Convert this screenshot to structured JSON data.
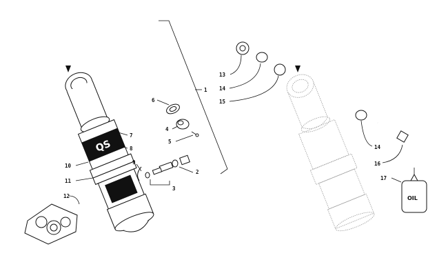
{
  "diagram": {
    "callouts": [
      "1",
      "2",
      "3",
      "4",
      "5",
      "6",
      "7",
      "8",
      "9",
      "10",
      "11",
      "12",
      "13",
      "14",
      "14",
      "15",
      "16",
      "17"
    ],
    "oil_label": "OIL",
    "decal_text": "QS"
  }
}
